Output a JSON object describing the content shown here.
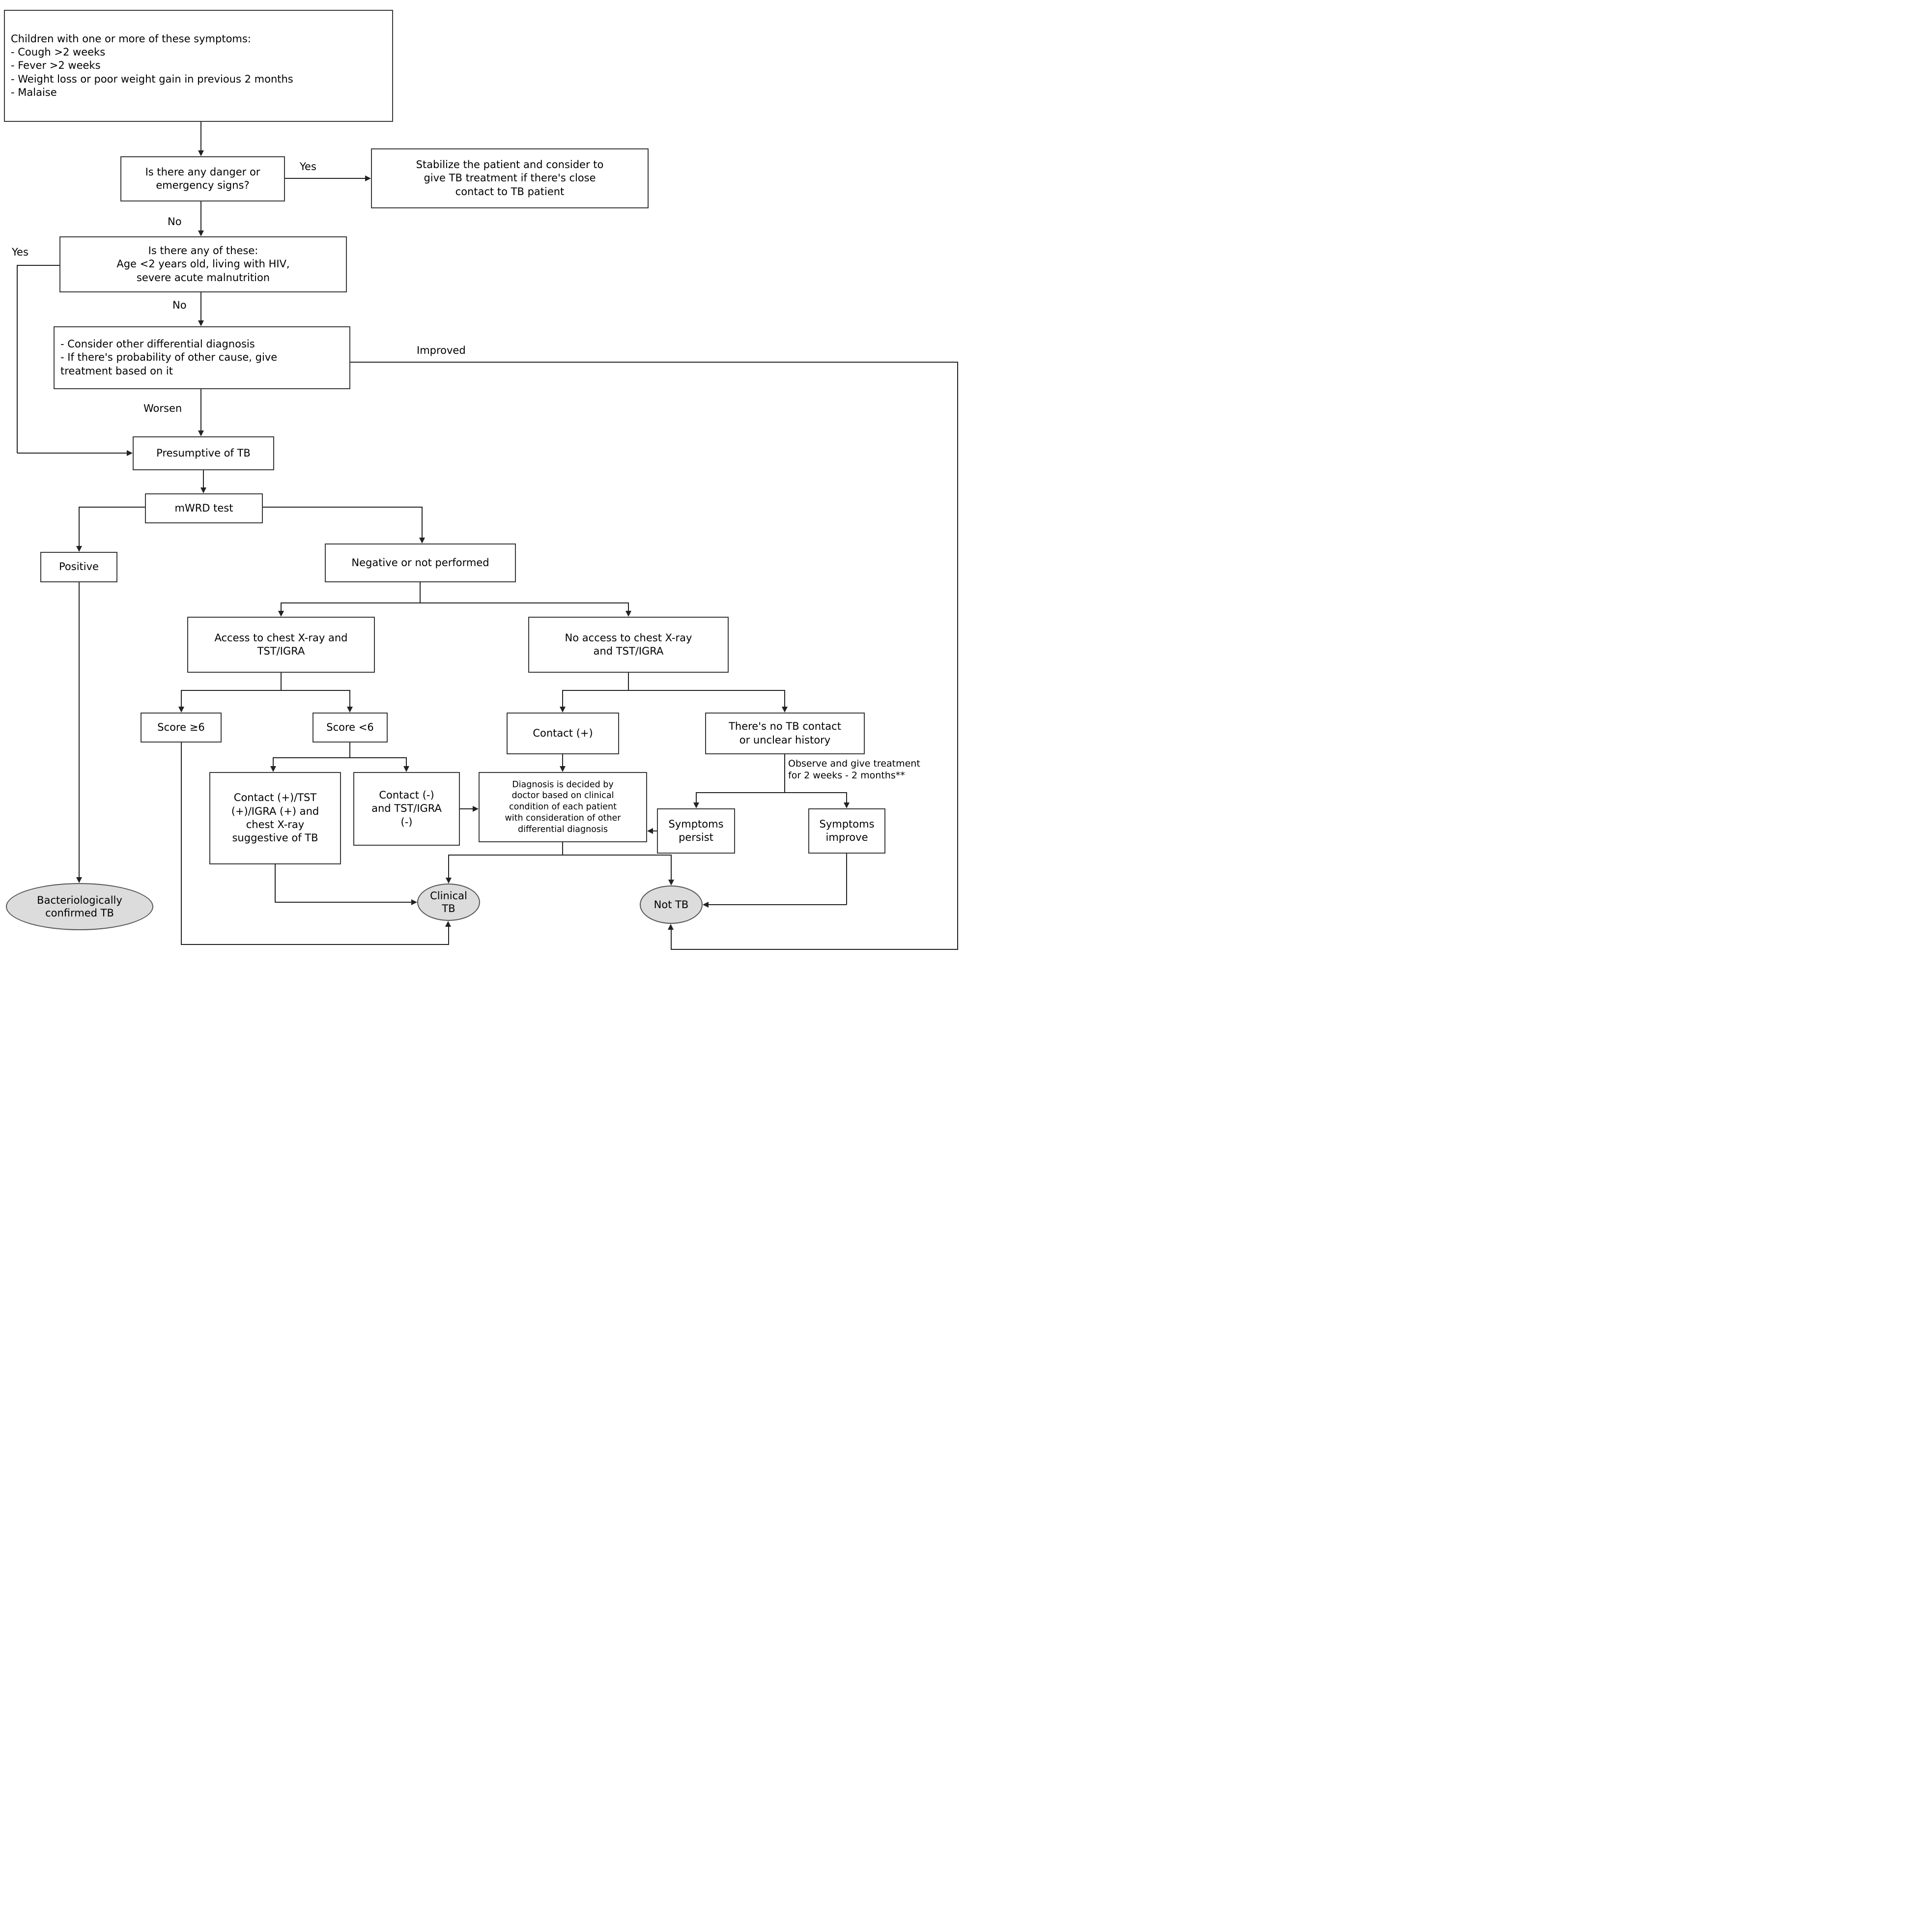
{
  "diagram": {
    "title": "Pediatric TB diagnostic flowchart",
    "nodes": {
      "symptoms": {
        "lines": [
          "Children with one or more of these symptoms:",
          "- Cough >2 weeks",
          "- Fever >2 weeks",
          "- Weight loss or poor weight gain in previous 2 months",
          "- Malaise"
        ]
      },
      "danger": {
        "lines": [
          "Is there any danger or",
          "emergency signs?"
        ]
      },
      "stabilize": {
        "lines": [
          "Stabilize the patient and consider to",
          "give TB treatment if there's close",
          "contact to TB patient"
        ]
      },
      "screening": {
        "lines": [
          "Is there any of these:",
          "Age <2 years old, living with HIV,",
          "severe acute malnutrition"
        ]
      },
      "consider": {
        "lines": [
          "- Consider other differential diagnosis",
          "- If there's probability of other cause, give",
          "treatment based on it"
        ]
      },
      "presumptive": {
        "text": "Presumptive of TB"
      },
      "mwrd": {
        "text": "mWRD test"
      },
      "positive": {
        "text": "Positive"
      },
      "negative": {
        "text": "Negative or not performed"
      },
      "access": {
        "lines": [
          "Access to chest X-ray and",
          "TST/IGRA"
        ]
      },
      "no_access": {
        "lines": [
          "No access to chest X-ray",
          "and TST/IGRA"
        ]
      },
      "score_ge6": {
        "text": "Score ≥6"
      },
      "score_lt6": {
        "text": "Score <6"
      },
      "contact_pos": {
        "text": "Contact (+)"
      },
      "no_contact": {
        "lines": [
          "There's no TB contact",
          "or unclear history"
        ]
      },
      "contact_tst": {
        "lines": [
          "Contact (+)/TST",
          "(+)/IGRA (+) and",
          "chest X-ray",
          "suggestive of TB"
        ]
      },
      "contact_neg": {
        "lines": [
          "Contact (-)",
          "and TST/IGRA",
          "(-)"
        ]
      },
      "diagnosis": {
        "lines": [
          "Diagnosis is decided by",
          "doctor based on clinical",
          "condition of each patient",
          "with consideration of other",
          "differential diagnosis"
        ]
      },
      "persist": {
        "lines": [
          "Symptoms",
          "persist"
        ]
      },
      "improve": {
        "lines": [
          "Symptoms",
          "improve"
        ]
      },
      "bacteriological": {
        "lines": [
          "Bacteriologically",
          "confirmed TB"
        ]
      },
      "clinical": {
        "lines": [
          "Clinical",
          "TB"
        ]
      },
      "not_tb": {
        "text": "Not TB"
      }
    },
    "labels": {
      "yes_danger": "Yes",
      "no_danger": "No",
      "yes_screening": "Yes",
      "no_screening": "No",
      "improved": "Improved",
      "worsen": "Worsen",
      "observe": {
        "lines": [
          "Observe and give treatment",
          "for 2 weeks - 2 months**"
        ]
      }
    },
    "colors": {
      "line": "#222222",
      "box_border": "#3a3a3a",
      "box_fill": "#ffffff",
      "terminal_fill": "#dcdcdc",
      "text": "#000000"
    }
  }
}
